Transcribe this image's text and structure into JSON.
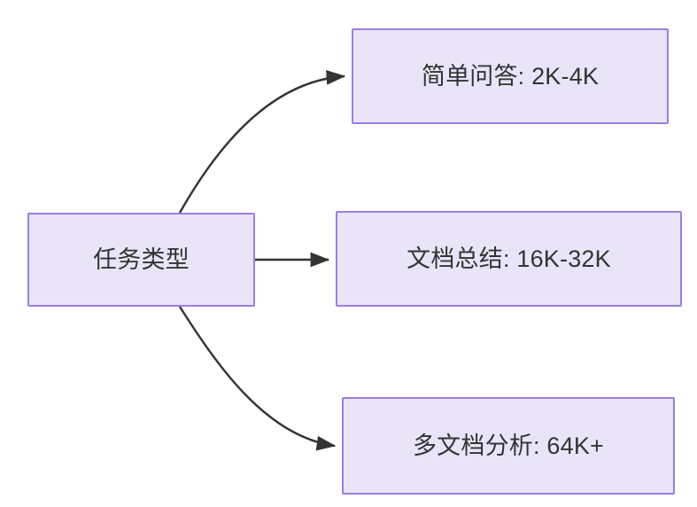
{
  "diagram": {
    "type": "flowchart",
    "direction": "left-to-right",
    "background_color": "#ffffff",
    "node_fill_color": "#e9e4f8",
    "node_border_color": "#9a7fe0",
    "node_text_color": "#333333",
    "edge_color": "#333333",
    "nodes": [
      {
        "id": "root",
        "label": "任务类型"
      },
      {
        "id": "simple_qa",
        "label": "简单问答: 2K-4K"
      },
      {
        "id": "doc_sum",
        "label": "文档总结: 16K-32K"
      },
      {
        "id": "multi_doc",
        "label": "多文档分析: 64K+"
      }
    ],
    "edges": [
      {
        "from": "root",
        "to": "simple_qa",
        "label": "",
        "style": "curved",
        "arrow": "arrow-head-icon"
      },
      {
        "from": "root",
        "to": "doc_sum",
        "label": "",
        "style": "straight",
        "arrow": "arrow-head-icon"
      },
      {
        "from": "root",
        "to": "multi_doc",
        "label": "",
        "style": "curved",
        "arrow": "arrow-head-icon"
      }
    ]
  }
}
